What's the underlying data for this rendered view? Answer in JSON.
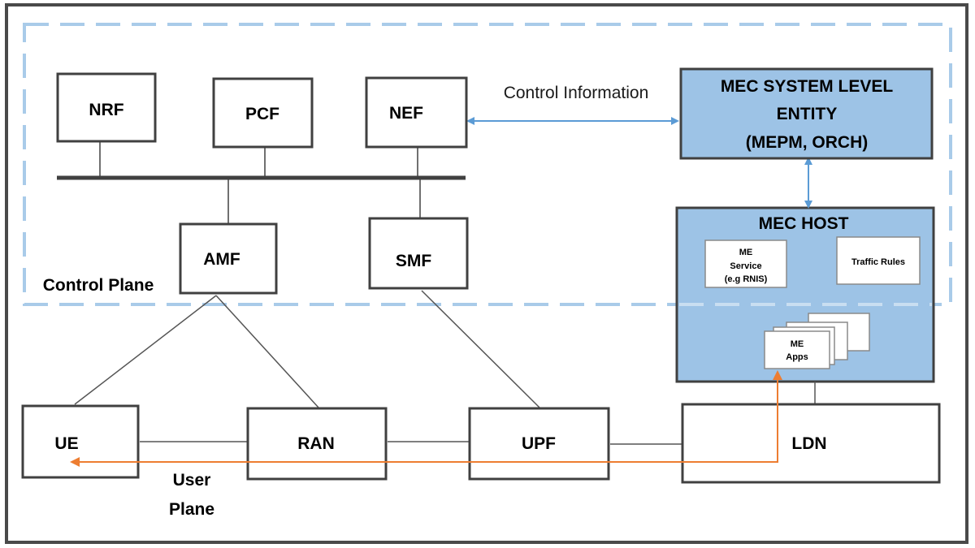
{
  "nodes": {
    "nrf": "NRF",
    "pcf": "PCF",
    "nef": "NEF",
    "amf": "AMF",
    "smf": "SMF",
    "ue": "UE",
    "ran": "RAN",
    "upf": "UPF",
    "ldn": "LDN"
  },
  "mec_system": {
    "line1": "MEC SYSTEM LEVEL",
    "line2": "ENTITY",
    "line3": "(MEPM, ORCH)"
  },
  "mec_host": {
    "title": "MEC HOST",
    "me_service_line1": "ME",
    "me_service_line2": "Service",
    "me_service_line3": "(e.g RNIS)",
    "traffic_rules": "Traffic Rules",
    "me_apps_line1": "ME",
    "me_apps_line2": "Apps"
  },
  "labels": {
    "control_information": "Control Information",
    "control_plane": "Control Plane",
    "user_plane_line1": "User",
    "user_plane_line2": "Plane"
  },
  "colors": {
    "mec_fill": "#9dc3e6",
    "blue_arrow": "#5b9bd5",
    "orange_path": "#ed7d31",
    "dashed_border": "#a9cbe9",
    "box_border": "#404040"
  }
}
